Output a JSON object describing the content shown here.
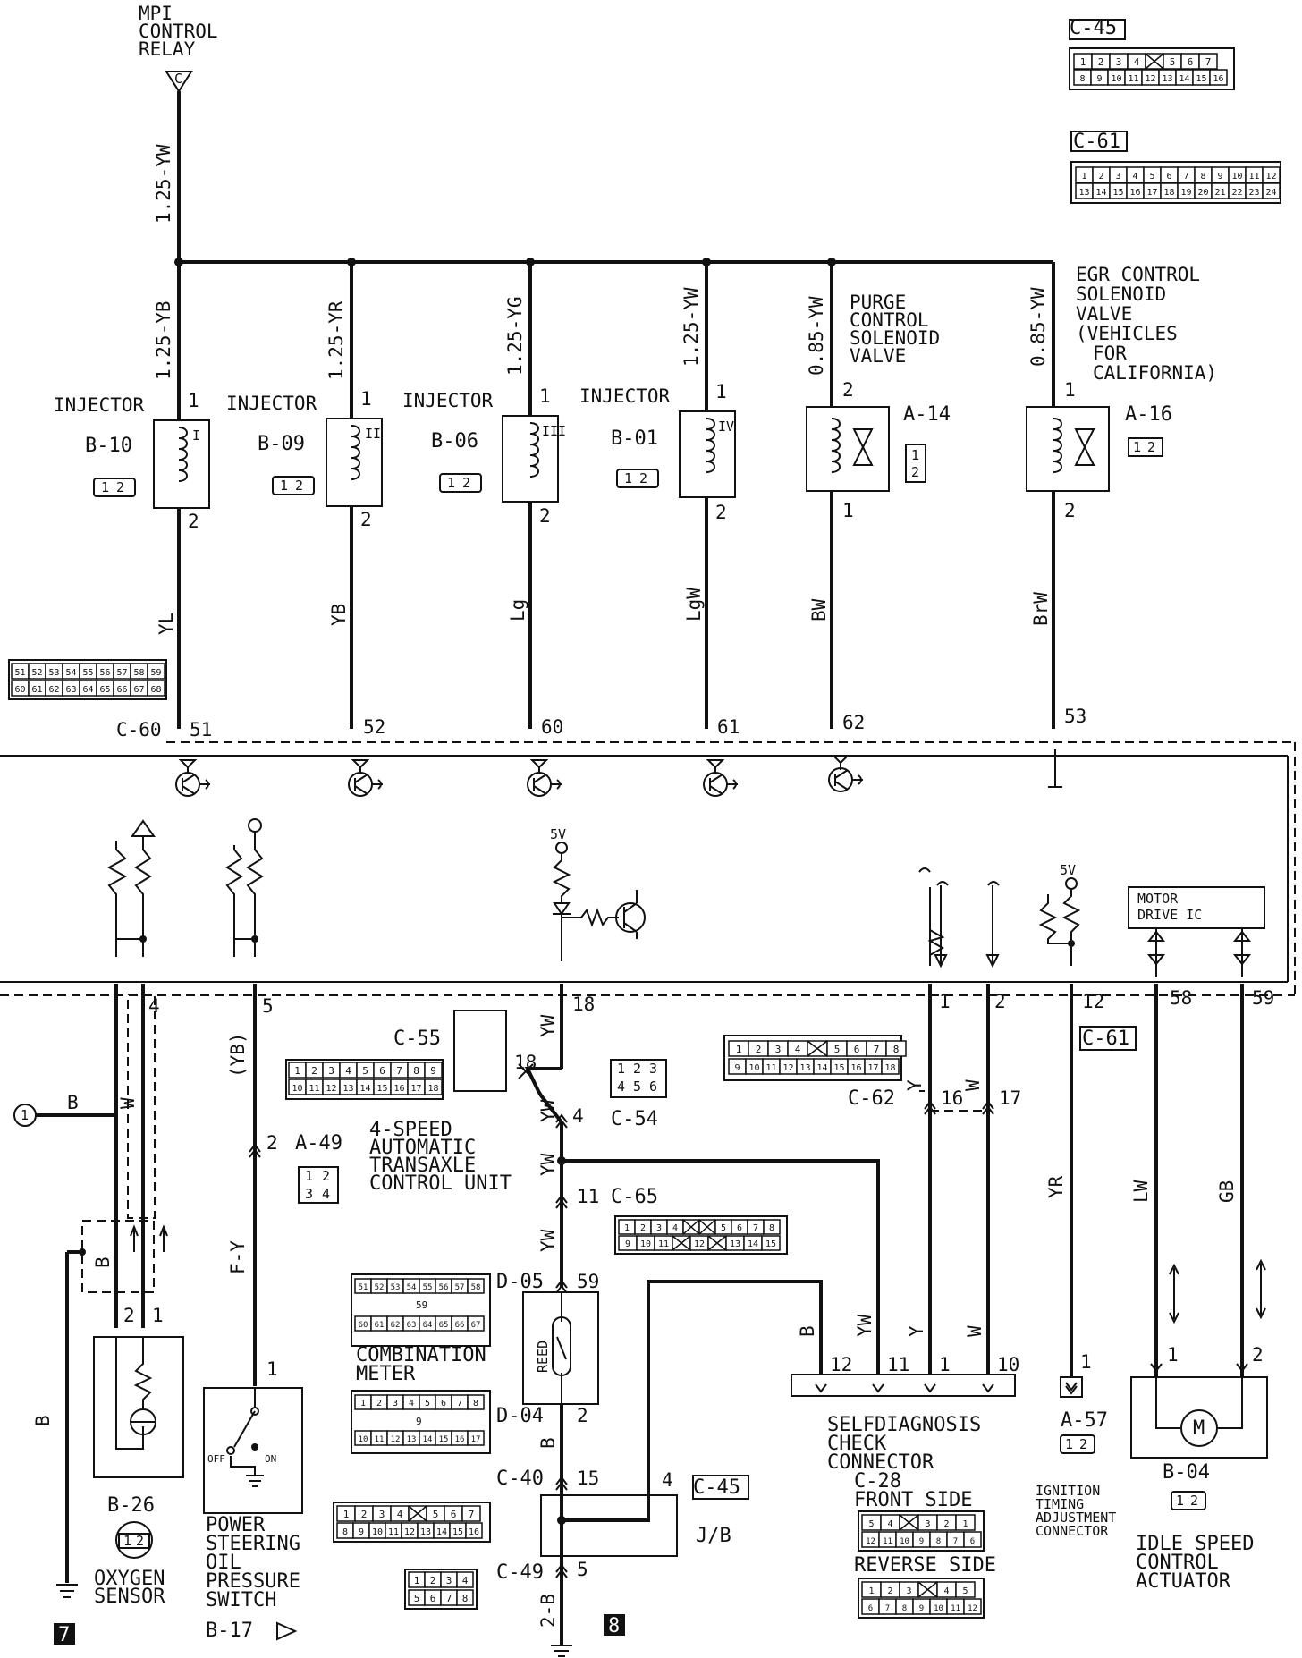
{
  "relay": {
    "label_line1": "MPI",
    "label_line2": "CONTROL",
    "label_line3": "RELAY",
    "pin": "C",
    "feed_wire": "1.25-YW"
  },
  "injectors": [
    {
      "name": "INJECTOR",
      "conn": "B-10",
      "wire_top": "1.25-YB",
      "pin_top": "1",
      "pin_bot": "2",
      "roman": "I",
      "wire_bot": "YL",
      "ecu_pin": "51"
    },
    {
      "name": "INJECTOR",
      "conn": "B-09",
      "wire_top": "1.25-YR",
      "pin_top": "1",
      "pin_bot": "2",
      "roman": "II",
      "wire_bot": "YB",
      "ecu_pin": "52"
    },
    {
      "name": "INJECTOR",
      "conn": "B-06",
      "wire_top": "1.25-YG",
      "pin_top": "1",
      "pin_bot": "2",
      "roman": "III",
      "wire_bot": "Lg",
      "ecu_pin": "60"
    },
    {
      "name": "INJECTOR",
      "conn": "B-01",
      "wire_top": "1.25-YW",
      "pin_top": "1",
      "pin_bot": "2",
      "roman": "IV",
      "wire_bot": "LgW",
      "ecu_pin": "61"
    }
  ],
  "purge": {
    "l1": "PURGE",
    "l2": "CONTROL",
    "l3": "SOLENOID",
    "l4": "VALVE",
    "conn": "A-14",
    "wire_top": "0.85-YW",
    "pin_top": "2",
    "pin_bot": "1",
    "wire_bot": "BW",
    "ecu_pin": "62"
  },
  "egr": {
    "l1": "EGR CONTROL",
    "l2": "SOLENOID",
    "l3": "VALVE",
    "l4": "(VEHICLES",
    "l5": "FOR",
    "l6": "CALIFORNIA)",
    "conn": "A-16",
    "wire_top": "0.85-YW",
    "pin_top": "1",
    "pin_bot": "2",
    "wire_bot": "BrW",
    "ecu_pin": "53"
  },
  "ecu": {
    "conn_top": "C-60",
    "conn_top_right": "C-61",
    "conn_c45": "C-45",
    "five_v": "5V",
    "motor_ic_l1": "MOTOR",
    "motor_ic_l2": "DRIVE IC"
  },
  "lower_pins": {
    "p4": "4",
    "p5": "5",
    "p18": "18",
    "p1": "1",
    "p2": "2",
    "p12": "12",
    "p58": "58",
    "p59": "59"
  },
  "oxygen": {
    "circle": "1",
    "wire_b": "B",
    "wire_w": "W",
    "shield": "B",
    "pin2": "2",
    "pin1": "1",
    "conn": "B-26",
    "l1": "OXYGEN",
    "l2": "SENSOR",
    "gnd_wire": "B",
    "ground_tag": "7"
  },
  "ps_switch": {
    "wire1": "(YB)",
    "pin2": "2",
    "conn_mid": "A-49",
    "wire2": "F-Y",
    "pin1": "1",
    "off": "OFF",
    "on": "ON",
    "l1": "POWER",
    "l2": "STEERING",
    "l3": "OIL",
    "l4": "PRESSURE",
    "l5": "SWITCH",
    "conn": "B-17"
  },
  "tcu": {
    "conn": "C-55",
    "pin18": "18",
    "wire1": "YW",
    "wire2": "YW",
    "pin4": "4",
    "l1": "4-SPEED",
    "l2": "AUTOMATIC",
    "l3": "TRANSAXLE",
    "l4": "CONTROL UNIT",
    "conn54": "C-54"
  },
  "meter": {
    "wire": "YW",
    "pin11": "11",
    "conn65": "C-65",
    "wire3": "YW",
    "conn_d05": "D-05",
    "pin59": "59",
    "reed": "REED",
    "l1": "COMBINATION",
    "l2": "METER",
    "conn_d04": "D-04",
    "pin2": "2",
    "wire_b": "B",
    "conn_c40": "C-40",
    "pin15": "15",
    "pin4": "4",
    "conn_c45": "C-45",
    "jb": "J/B",
    "conn_c49": "C-49",
    "pin5": "5",
    "gnd_wire": "2-B",
    "ground_tag": "8"
  },
  "selfdiag": {
    "conn_c62": "C-62",
    "pin16": "16",
    "pin17": "17",
    "wire_y": "Y",
    "wire_w": "W",
    "wire_b": "B",
    "wire_yw": "YW",
    "p12": "12",
    "p11": "11",
    "p1": "1",
    "p10": "10",
    "l1": "SELFDIAGNOSIS",
    "l2": "CHECK",
    "l3": "CONNECTOR",
    "conn": "C-28",
    "front": "FRONT SIDE",
    "reverse": "REVERSE SIDE"
  },
  "timing": {
    "wire": "YR",
    "pin": "1",
    "conn": "A-57",
    "l1": "IGNITION",
    "l2": "TIMING",
    "l3": "ADJUSTMENT",
    "l4": "CONNECTOR",
    "conn_c61": "C-61"
  },
  "isc": {
    "wire1": "LW",
    "wire2": "GB",
    "pin1": "1",
    "pin2": "2",
    "motor": "M",
    "conn": "B-04",
    "l1": "IDLE SPEED",
    "l2": "CONTROL",
    "l3": "ACTUATOR"
  },
  "connectors": {
    "c45_row1": [
      "1",
      "2",
      "3",
      "4",
      "",
      "5",
      "6",
      "7"
    ],
    "c45_row2": [
      "8",
      "9",
      "10",
      "11",
      "12",
      "13",
      "14",
      "15",
      "16"
    ],
    "c61_row1": [
      "1",
      "2",
      "3",
      "4",
      "5",
      "6",
      "7",
      "8",
      "9",
      "10",
      "11",
      "12"
    ],
    "c61_row2": [
      "13",
      "14",
      "15",
      "16",
      "17",
      "18",
      "19",
      "20",
      "21",
      "22",
      "23",
      "24"
    ],
    "c60_row1": [
      "51",
      "52",
      "53",
      "54",
      "55",
      "56",
      "57",
      "58",
      "59"
    ],
    "c60_row2": [
      "60",
      "61",
      "62",
      "63",
      "64",
      "65",
      "66",
      "67",
      "68"
    ],
    "two_pin": [
      "1",
      "2"
    ],
    "c55_row1": [
      "1",
      "2",
      "3",
      "4",
      "5",
      "6",
      "7",
      "8",
      "9"
    ],
    "c55_row2": [
      "10",
      "11",
      "12",
      "13",
      "14",
      "15",
      "16",
      "17",
      "18"
    ],
    "c54_row1": [
      "1",
      "2",
      "3"
    ],
    "c54_row2": [
      "4",
      "5",
      "6"
    ],
    "c62_row1": [
      "1",
      "2",
      "3",
      "4",
      "",
      "5",
      "6",
      "7",
      "8"
    ],
    "c62_row2": [
      "9",
      "10",
      "11",
      "12",
      "13",
      "14",
      "15",
      "16",
      "17",
      "18"
    ],
    "a49": [
      "1",
      "2",
      "3",
      "4"
    ],
    "c65_row1": [
      "1",
      "2",
      "3",
      "4",
      "",
      "",
      "5",
      "6",
      "7",
      "8"
    ],
    "c65_row2": [
      "9",
      "10",
      "11",
      "",
      "12",
      "",
      "13",
      "14",
      "15"
    ],
    "d05_row1": [
      "51",
      "52",
      "53",
      "54",
      "55",
      "56",
      "57",
      "58"
    ],
    "d05_mid": "59",
    "d05_row2": [
      "60",
      "61",
      "62",
      "63",
      "64",
      "65",
      "66",
      "67"
    ],
    "d04_row1": [
      "1",
      "2",
      "3",
      "4",
      "5",
      "6",
      "7",
      "8"
    ],
    "d04_row2": [
      "10",
      "11",
      "12",
      "13",
      "14",
      "15",
      "16",
      "17"
    ],
    "d04_mid": "9",
    "c45b_row1": [
      "1",
      "2",
      "3",
      "4",
      "",
      "5",
      "6",
      "7"
    ],
    "c45b_row2": [
      "8",
      "9",
      "10",
      "11",
      "12",
      "13",
      "14",
      "15",
      "16"
    ],
    "c49_row1": [
      "1",
      "2",
      "3",
      "4"
    ],
    "c49_row2": [
      "5",
      "6",
      "7",
      "8"
    ],
    "c28f_row1": [
      "5",
      "4",
      "",
      "3",
      "2",
      "1"
    ],
    "c28f_row2": [
      "12",
      "11",
      "10",
      "9",
      "8",
      "7",
      "6"
    ],
    "c28r_row1": [
      "1",
      "2",
      "3",
      "",
      "4",
      "5"
    ],
    "c28r_row2": [
      "6",
      "7",
      "8",
      "9",
      "10",
      "11",
      "12"
    ]
  }
}
